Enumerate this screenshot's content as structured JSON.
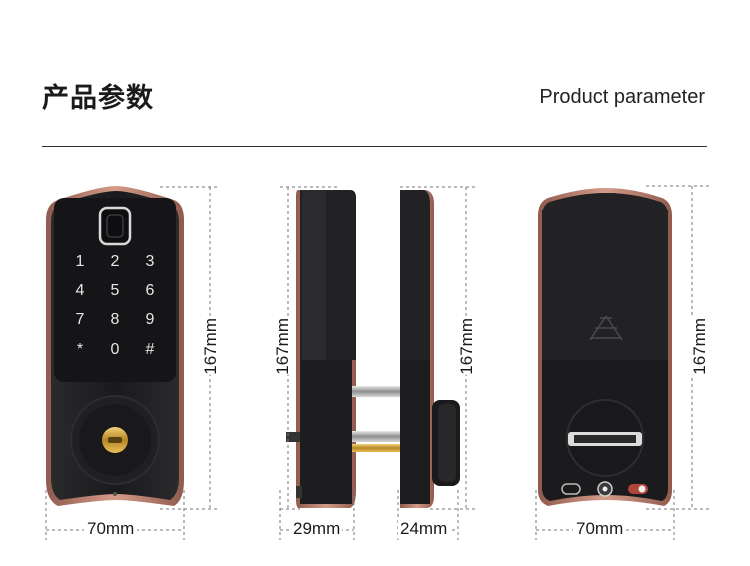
{
  "header": {
    "title_cn": "产品参数",
    "title_en": "Product parameter"
  },
  "keypad": {
    "keys": [
      "1",
      "2",
      "3",
      "4",
      "5",
      "6",
      "7",
      "8",
      "9",
      "*",
      "0",
      "#"
    ]
  },
  "dimensions": {
    "front_width": "70mm",
    "front_height": "167mm",
    "side_height": "167mm",
    "side_depth_outer": "29mm",
    "side_depth_inner": "24mm",
    "side_height_inner": "167mm",
    "back_width": "70mm",
    "back_height": "167mm"
  },
  "colors": {
    "body": "#1c1c1e",
    "trim": "#b07a6a",
    "brass": "#d4a640",
    "accent_red": "#b0463a"
  }
}
